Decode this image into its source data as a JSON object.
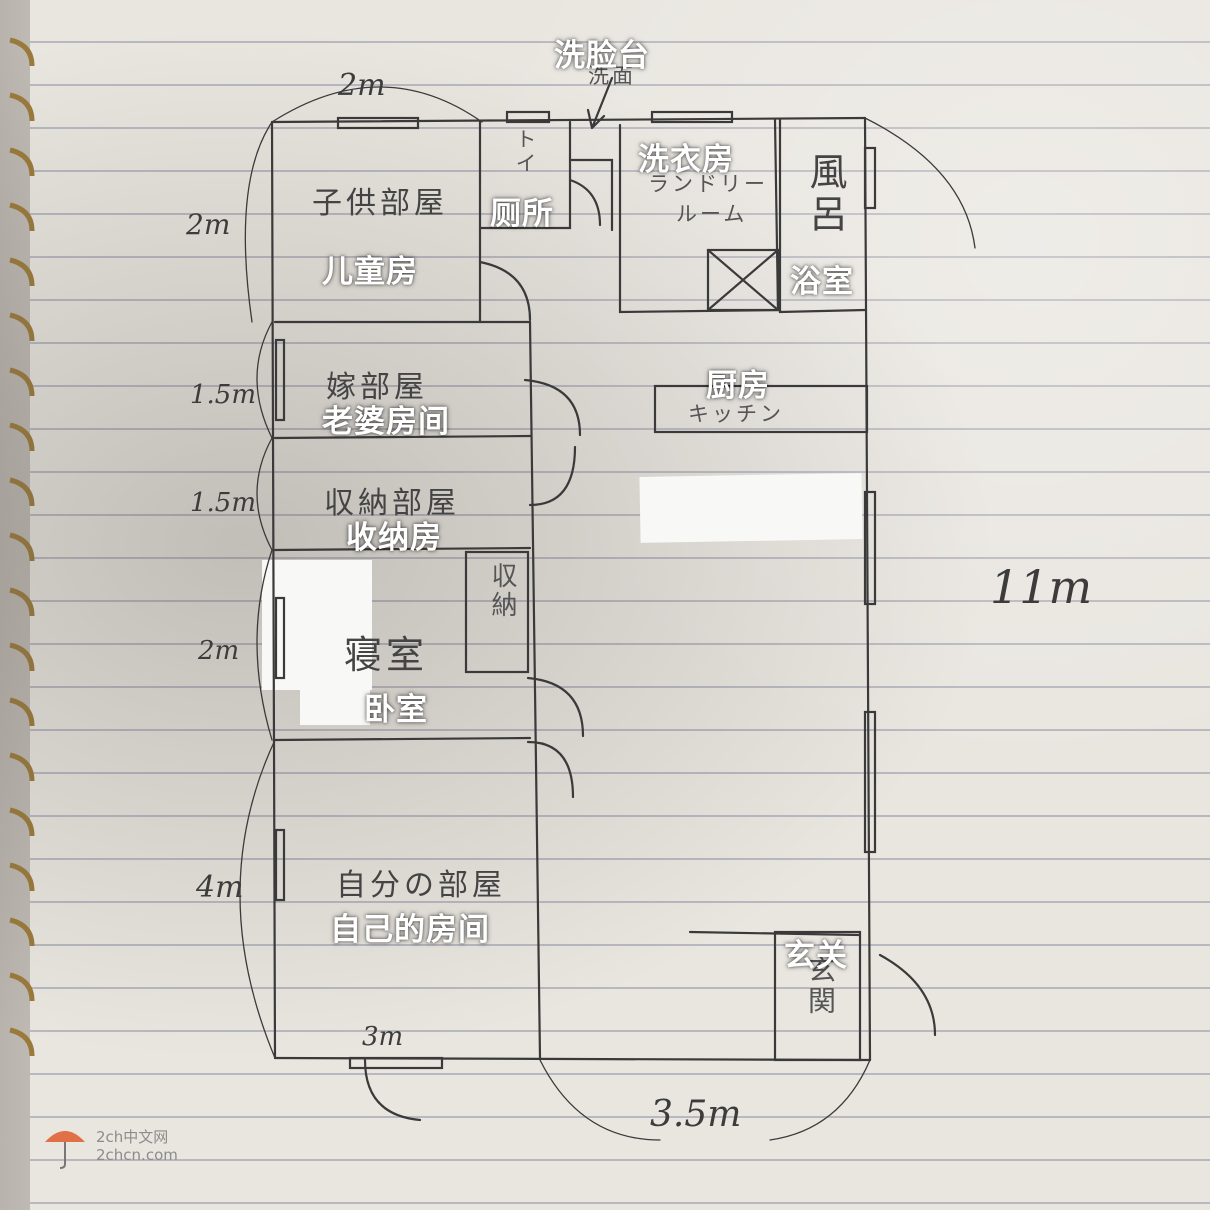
{
  "labels": {
    "washbasin": "洗脸台",
    "laundry": "洗衣房",
    "toilet": "厕所",
    "kids_room": "儿童房",
    "bathroom": "浴室",
    "kitchen": "厨房",
    "wife_room": "老婆房间",
    "storage_room": "收纳房",
    "bedroom": "卧室",
    "my_room": "自己的房间",
    "entrance": "玄关"
  },
  "japanese": {
    "kids_room": "子供部屋",
    "toilet": "トイ",
    "washbasin": "洗面",
    "laundry_1": "ランドリー",
    "laundry_2": "ルーム",
    "bath": "風呂",
    "wife_room": "嫁部屋",
    "kitchen": "キッチン",
    "storage_room": "収納部屋",
    "storage": "収納",
    "bedroom": "寝室",
    "my_room": "自分の部屋",
    "entrance": "玄関"
  },
  "dimensions": {
    "top": "2m",
    "kids_side": "2m",
    "wife_side": "1.5m",
    "storage_side": "1.5m",
    "bedroom_side": "2m",
    "my_room_side": "4m",
    "bottom_left": "3m",
    "bottom_right": "3.5m",
    "right_total": "11m"
  },
  "watermark": {
    "line1": "2ch中文网",
    "line2": "2chcn.com"
  },
  "colors": {
    "pencil": "#3a3a3a",
    "label_text": "#ffffff"
  }
}
